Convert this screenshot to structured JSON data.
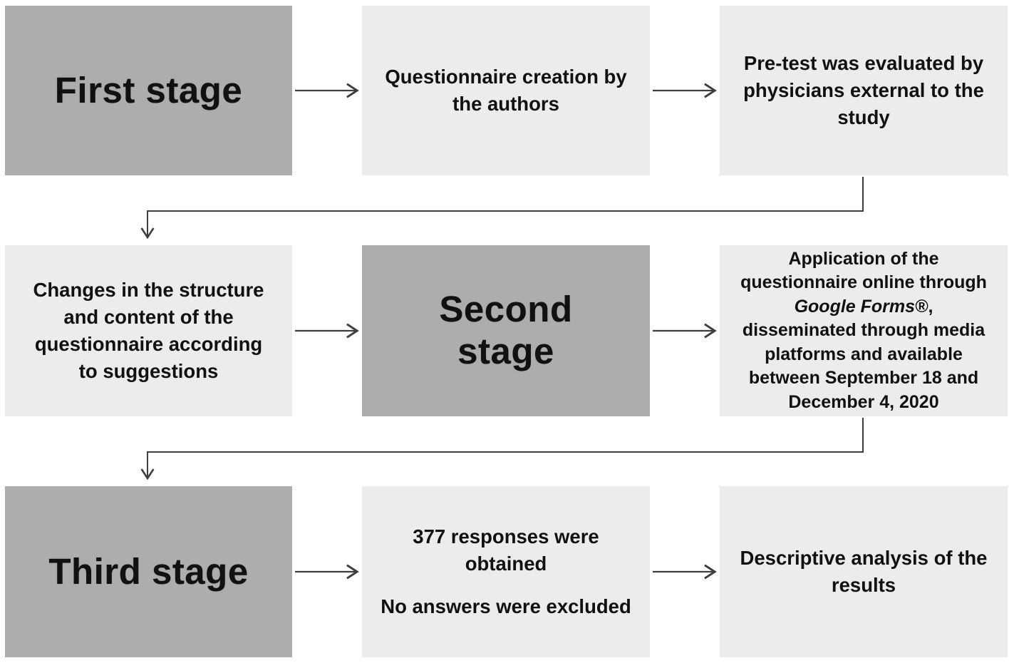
{
  "figure": {
    "description": "Three-stage study flowchart",
    "colors": {
      "background": "#ffffff",
      "stage_box_fill": "#adadad",
      "step_box_fill": "#ececec",
      "text": "#111111",
      "arrow": "#3e3e3e"
    },
    "rows": [
      {
        "cells": [
          {
            "kind": "stage",
            "text": "First stage"
          },
          {
            "kind": "step",
            "text": "Questionnaire creation by the authors"
          },
          {
            "kind": "step",
            "text": "Pre-test was evaluated by physicians external to the study"
          }
        ]
      },
      {
        "cells": [
          {
            "kind": "step",
            "text": "Changes in the structure and content of the questionnaire according to suggestions"
          },
          {
            "kind": "stage",
            "text": "Second stage"
          },
          {
            "kind": "step",
            "text_start": "Application of the questionnaire online through ",
            "italic_text": "Google Forms®",
            "text_end": ", disseminated through media platforms and available between September 18 and December 4, 2020"
          }
        ]
      },
      {
        "cells": [
          {
            "kind": "stage",
            "text": "Third stage"
          },
          {
            "kind": "step",
            "paragraph1": "377 responses were obtained",
            "paragraph2": "No answers were excluded"
          },
          {
            "kind": "step",
            "text": "Descriptive analysis of the results"
          }
        ]
      }
    ]
  }
}
